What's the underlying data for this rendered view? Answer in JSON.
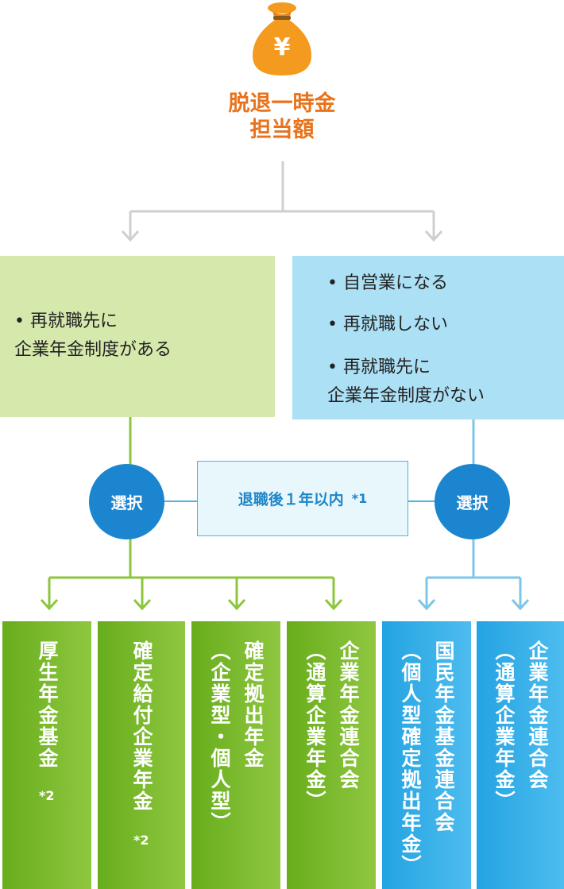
{
  "top": {
    "yen": "¥",
    "title_line1": "脱退一時金",
    "title_line2": "担当額"
  },
  "left_box": {
    "line1": "• 再就職先に",
    "line2": "企業年金制度がある"
  },
  "right_box": {
    "line1": "• 自営業になる",
    "line2": "• 再就職しない",
    "line3": "• 再就職先に",
    "line4": "企業年金制度がない"
  },
  "select_left": "選択",
  "select_right": "選択",
  "note": {
    "text": "退職後１年以内",
    "mark": "*1"
  },
  "columns": [
    {
      "text": "厚生年金基金",
      "note": "*2"
    },
    {
      "text": "確定給付企業年金",
      "note": "*2"
    },
    {
      "text": "確定拠出年金\n（企業型・個人型）",
      "note": ""
    },
    {
      "text": "企業年金連合会\n（通算企業年金）",
      "note": ""
    },
    {
      "text": "国民年金基金連合会\n（個人型確定拠出年金）",
      "note": ""
    },
    {
      "text": "企業年金連合会\n（通算企業年金）",
      "note": ""
    }
  ],
  "colors": {
    "orange": "#f39a1f",
    "green": "#8cc63f",
    "blue": "#1b86cf",
    "light_blue": "#4bb4e3",
    "gray": "#cfcfcf"
  }
}
